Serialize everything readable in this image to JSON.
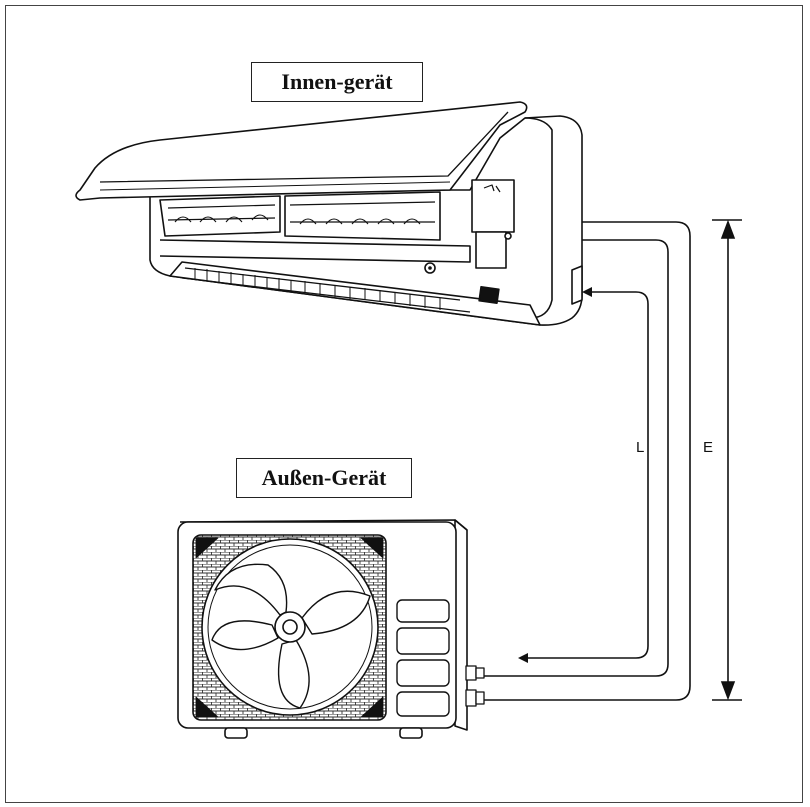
{
  "labels": {
    "indoor_unit": "Innen-gerät",
    "outdoor_unit": "Außen-Gerät",
    "pipe_length": "L",
    "height_difference": "E"
  },
  "colors": {
    "line": "#111111",
    "background": "#ffffff"
  }
}
